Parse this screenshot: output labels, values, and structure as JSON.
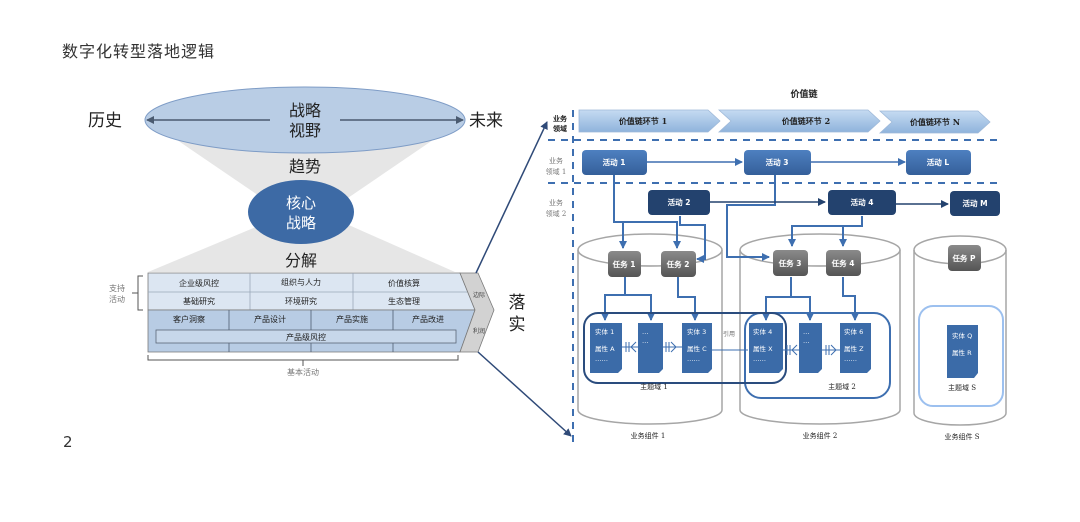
{
  "slide": {
    "title": "数字化转型落地逻辑",
    "page_number": "2"
  },
  "left": {
    "history": "历史",
    "future": "未来",
    "vision": [
      "战略",
      "视野"
    ],
    "trend": "趋势",
    "core": [
      "核心",
      "战略"
    ],
    "decompose": "分解",
    "implement": [
      "落",
      "实"
    ],
    "value_chain": {
      "support_label": [
        "支持",
        "活动"
      ],
      "support_rows": [
        [
          "企业级风控",
          "组织与人力",
          "价值核算"
        ],
        [
          "基础研究",
          "环境研究",
          "生态管理"
        ]
      ],
      "primary_cells": [
        "客户洞察",
        "产品设计",
        "产品实施",
        "产品改进"
      ],
      "primary_bar": "产品级风控",
      "primary_label": "基本活动",
      "margin_top": "边际",
      "margin_bottom": "利润"
    }
  },
  "right": {
    "title": "价值链",
    "lanes": {
      "top": [
        "业务",
        "领域"
      ],
      "lane1": [
        "业务",
        "领域 1"
      ],
      "lane2": [
        "业务",
        "领域 2"
      ]
    },
    "chain_steps": [
      "价值链环节 1",
      "价值链环节 2",
      "价值链环节 N"
    ],
    "activities_lane1": [
      "活动 1",
      "活动 3",
      "活动 L"
    ],
    "activities_lane2": [
      "活动 2",
      "活动 4",
      "活动 M"
    ],
    "tasks": [
      "任务 1",
      "任务 2",
      "任务 3",
      "任务 4",
      "任务 P"
    ],
    "entities": {
      "e1": [
        "实体 1",
        "属性 A",
        "……"
      ],
      "e2": [
        "…",
        "…"
      ],
      "e3": [
        "实体 3",
        "属性 C",
        "……"
      ],
      "e4": [
        "实体 4",
        "属性 X",
        "……"
      ],
      "e5": [
        "…",
        "…"
      ],
      "e6": [
        "实体 6",
        "属性 Z",
        "……"
      ],
      "eq": [
        "实体 Q",
        "属性 R"
      ]
    },
    "reference_label": "引用",
    "subject_domains": [
      "主题域 1",
      "主题域 2",
      "主题域 S"
    ],
    "components": [
      "业务组件 1",
      "业务组件 2",
      "业务组件 S"
    ]
  },
  "colors": {
    "ellipse_fill": "#b9cde5",
    "core_fill": "#3d6aa5",
    "funnel": "#e8e8e8",
    "chain_fill": "#a9c6e8",
    "activity_light": "#3f6fae",
    "activity_dark": "#23426e",
    "task": "#6b6b6b",
    "entity": "#3b6ba8",
    "line_blue": "#3e6fb0"
  }
}
